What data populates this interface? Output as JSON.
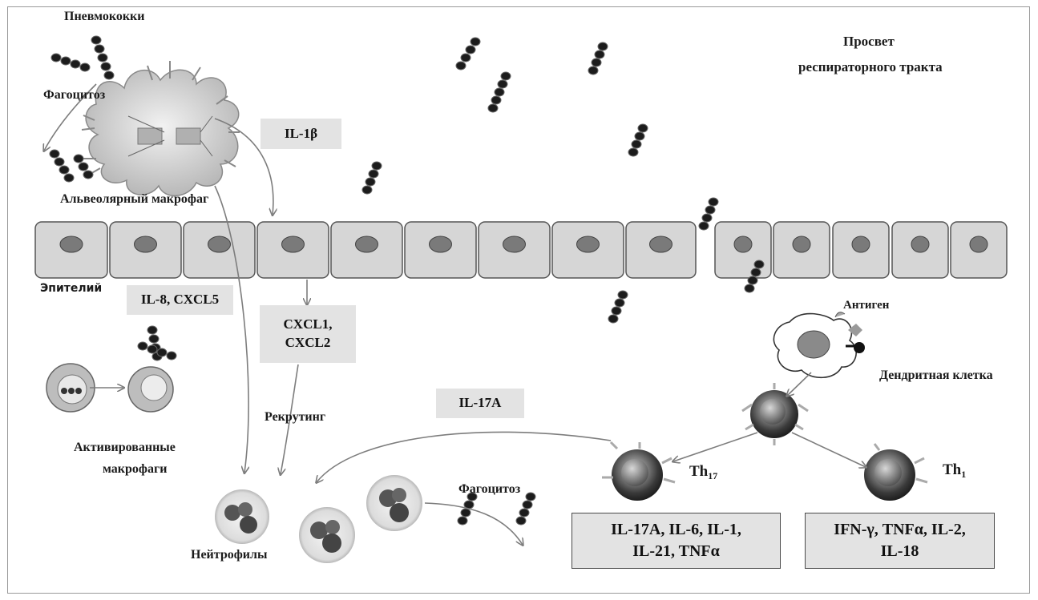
{
  "labels": {
    "pneumococci": "Пневмококки",
    "phagocytosis_top": "Фагоцитоз",
    "alveolar_macrophage": "Альвеолярный макрофаг",
    "lumen_line1": "Просвет",
    "lumen_line2": "респираторного тракта",
    "epithelium": "Эпителий",
    "activated_line1": "Активированные",
    "activated_line2": "макрофаги",
    "recruiting": "Рекрутинг",
    "neutrophils": "Нейтрофилы",
    "phagocytosis_bottom": "Фагоцитоз",
    "antigen": "Антиген",
    "dendritic_cell": "Дендритная клетка",
    "th17": "Th",
    "th17_sub": "17",
    "th1": "Th",
    "th1_sub": "1"
  },
  "boxes": {
    "il1b": "IL-1β",
    "il8_cxcl5": "IL-8, CXCL5",
    "cxcl_line1": "CXCL1,",
    "cxcl_line2": "CXCL2",
    "il17a": "IL-17A"
  },
  "outputs": {
    "th17_line1": "IL-17A, IL-6, IL-1,",
    "th17_line2": "IL-21, TNFα",
    "th1_line1": "IFN-γ, TNFα, IL-2,",
    "th1_line2": "IL-18"
  },
  "colors": {
    "epithelium_fill": "#d6d6d6",
    "nucleus": "#7a7a7a",
    "box_fill": "#e3e3e3",
    "arrow": "#7d7d7d"
  }
}
